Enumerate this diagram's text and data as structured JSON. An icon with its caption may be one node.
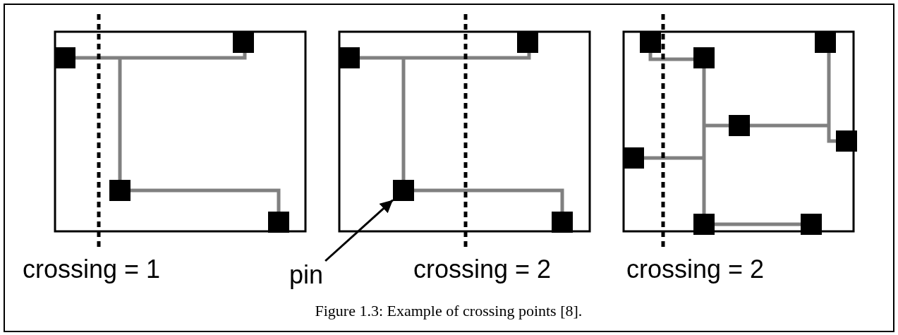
{
  "diagram": {
    "caption": "Figure 1.3: Example of crossing points [8].",
    "nodes": [
      {
        "text": [
          "pin"
        ]
      },
      {
        "text": [],
        "shape": "box"
      }
    ],
    "edges": [
      {
        "from": 0,
        "to": 1,
        "arrow": "to"
      }
    ],
    "labels": [
      "crossing = 1",
      "crossing = 2",
      "crossing = 2"
    ]
  }
}
